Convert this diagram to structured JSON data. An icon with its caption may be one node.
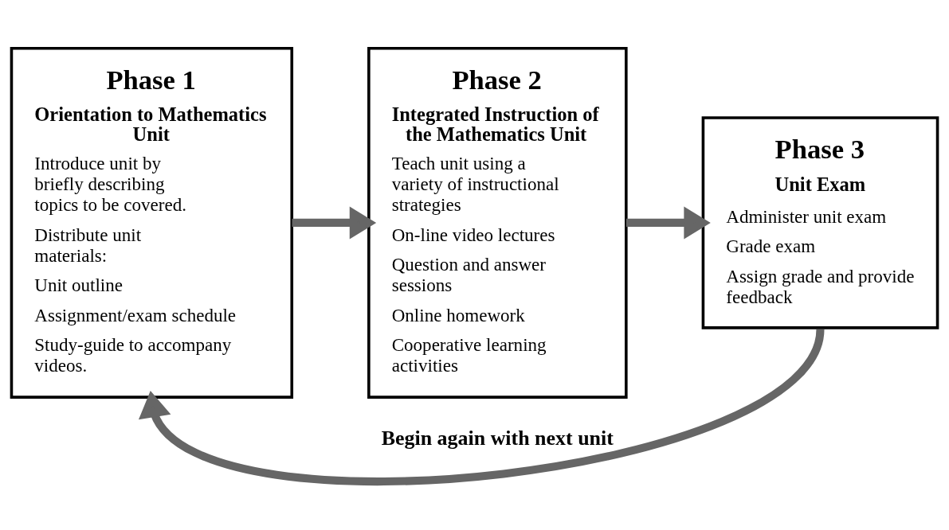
{
  "diagram": {
    "nodes": [
      {
        "text": [
          "Phase 1",
          "Orientation to Mathematics Unit",
          "Introduce unit by briefly describing topics to be covered.",
          "Distribute unit materials:",
          "Unit outline",
          "Assignment/exam schedule",
          "Study-guide to accompany videos."
        ]
      },
      {
        "text": [
          "Phase 2",
          "Integrated Instruction of the Mathematics Unit",
          "Teach unit using a variety of instructional strategies",
          "On-line video lectures",
          "Question and answer sessions",
          "Online homework",
          "Cooperative learning activities"
        ]
      },
      {
        "text": [
          "Phase 3",
          "Unit Exam",
          "Administer unit exam",
          "Grade exam",
          "Assign grade and provide feedback"
        ]
      }
    ],
    "edges": [
      {
        "from": 0,
        "to": 1,
        "arrow": "to"
      },
      {
        "from": 1,
        "to": 2,
        "arrow": "to"
      },
      {
        "from": 2,
        "to": 0,
        "arrow": "to",
        "label": "Begin again with next unit"
      }
    ]
  }
}
